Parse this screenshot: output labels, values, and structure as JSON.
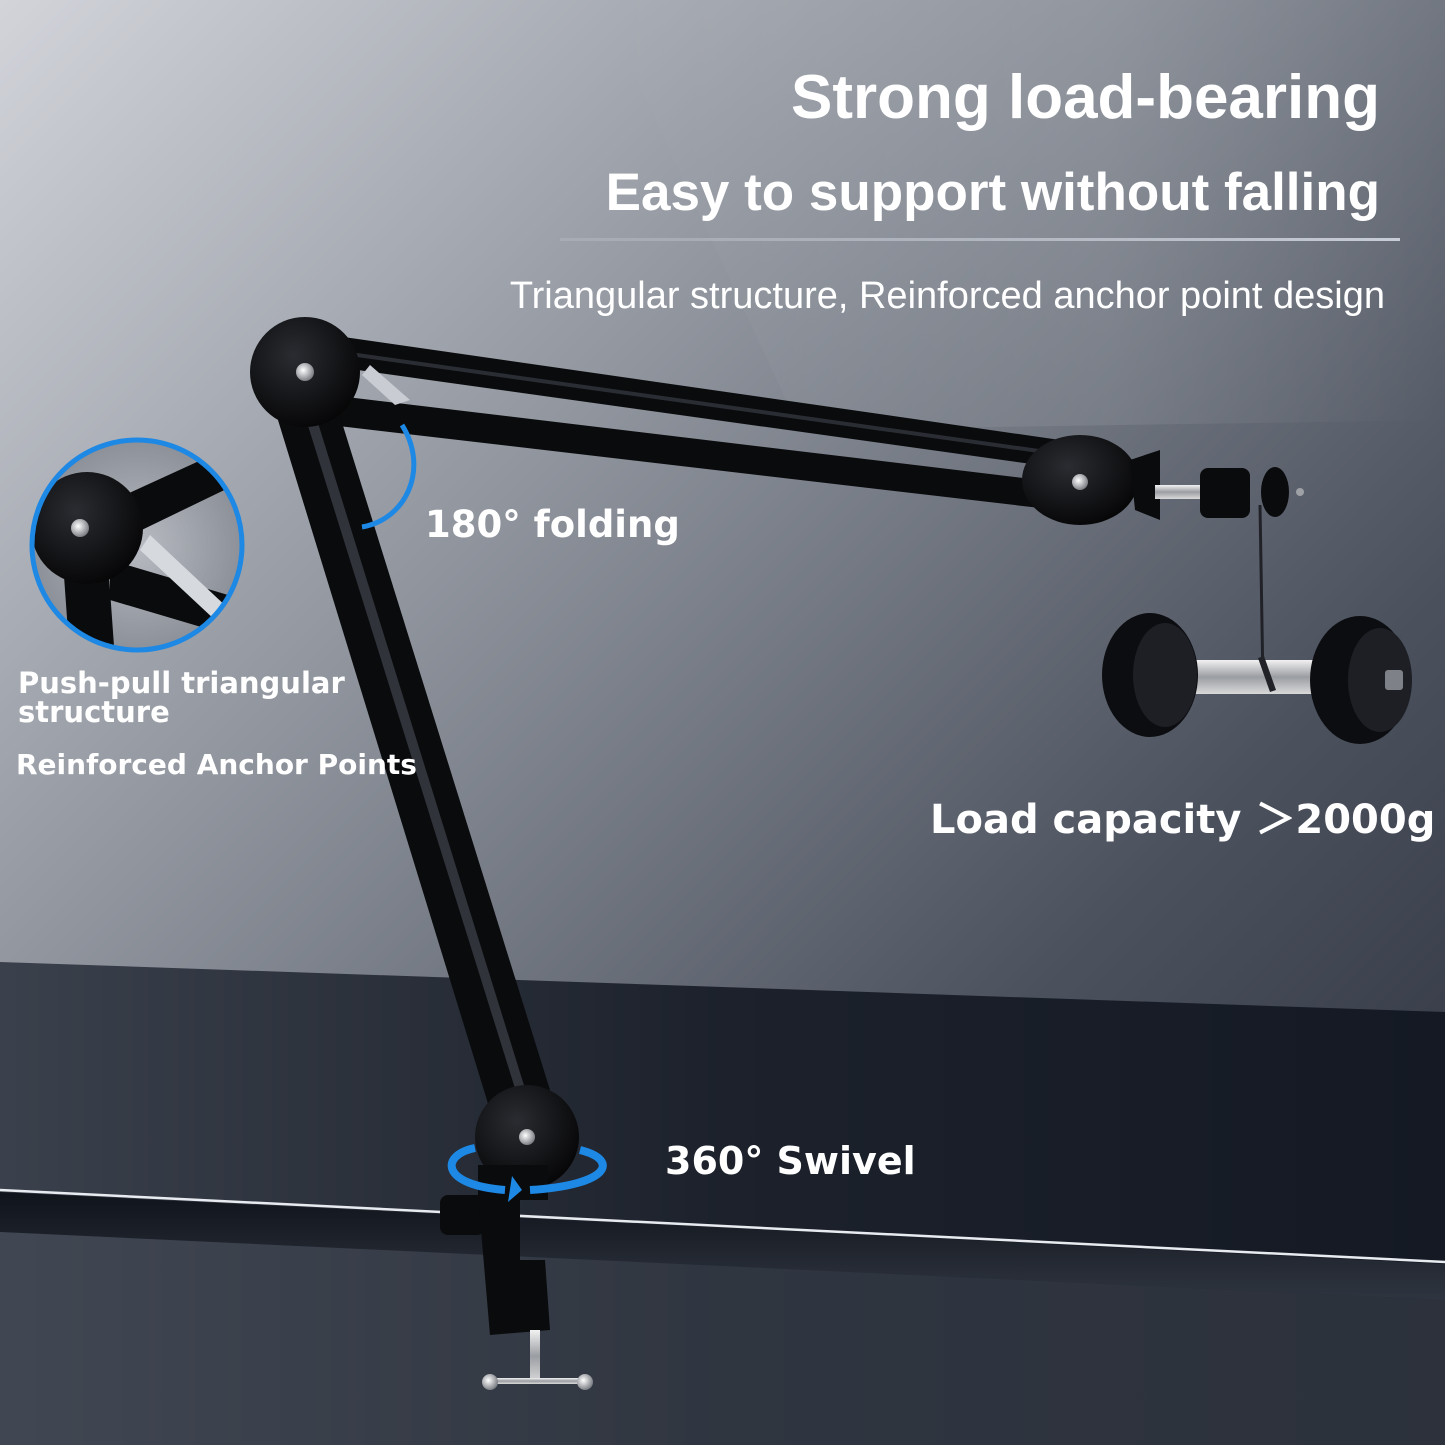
{
  "header": {
    "headline": "Strong load-bearing",
    "subheadline": "Easy to support without falling",
    "tagline": "Triangular structure, Reinforced anchor point design"
  },
  "callouts": {
    "folding": "180° folding",
    "push_pull": "Push-pull triangular structure",
    "anchor_points": "Reinforced Anchor Points",
    "load_capacity": "Load capacity  ＞2000g",
    "swivel": "360° Swivel"
  },
  "colors": {
    "accent": "#1e88e5",
    "text": "#ffffff",
    "arm": "#0d0e11",
    "background_top": "#c9ccd3",
    "background_bottom": "#2a3140"
  },
  "icons": {
    "fold_indicator": "fold-arc-icon",
    "swivel_indicator": "rotate-arrow-icon"
  }
}
